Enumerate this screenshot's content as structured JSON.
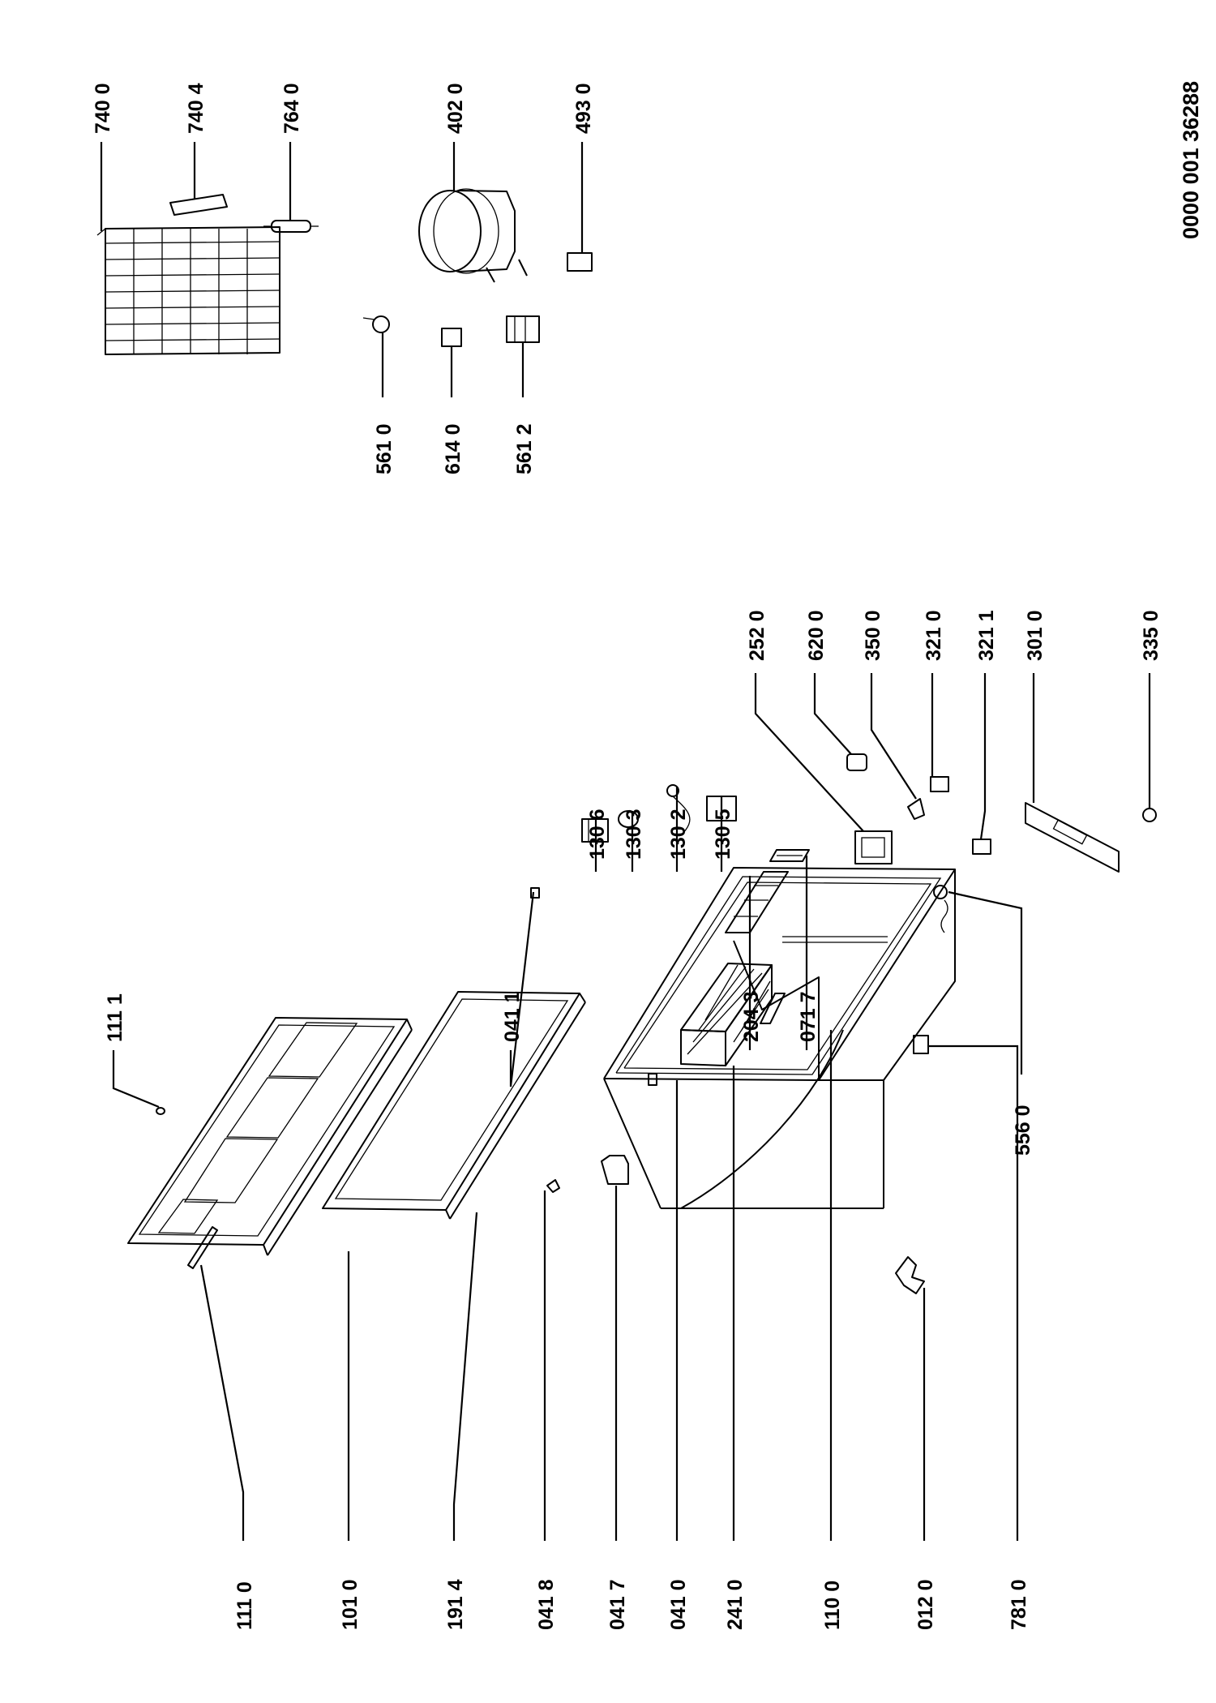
{
  "document_id": "0000 001 36288",
  "labels": {
    "p1110": "111 0",
    "p1111": "111 1",
    "p1010": "101 0",
    "p1914": "191 4",
    "p0418": "041 8",
    "p0417": "041 7",
    "p0410": "041 0",
    "p2410": "241 0",
    "p1100": "110 0",
    "p0120": "012 0",
    "p7810": "781 0",
    "p0411": "041 1",
    "p2043": "204 3",
    "p0717": "071 7",
    "p1306": "130 6",
    "p1303": "130 3",
    "p1302": "130 2",
    "p1305": "130 5",
    "p2520": "252 0",
    "p6200": "620 0",
    "p3500": "350 0",
    "p3210": "321 0",
    "p3211": "321 1",
    "p3010": "301 0",
    "p3350": "335 0",
    "p5560": "556 0",
    "p7400": "740 0",
    "p7404": "740 4",
    "p7640": "764 0",
    "p4020": "402 0",
    "p4930": "493 0",
    "p5610": "561 0",
    "p6140": "614 0",
    "p5612": "561 2"
  }
}
